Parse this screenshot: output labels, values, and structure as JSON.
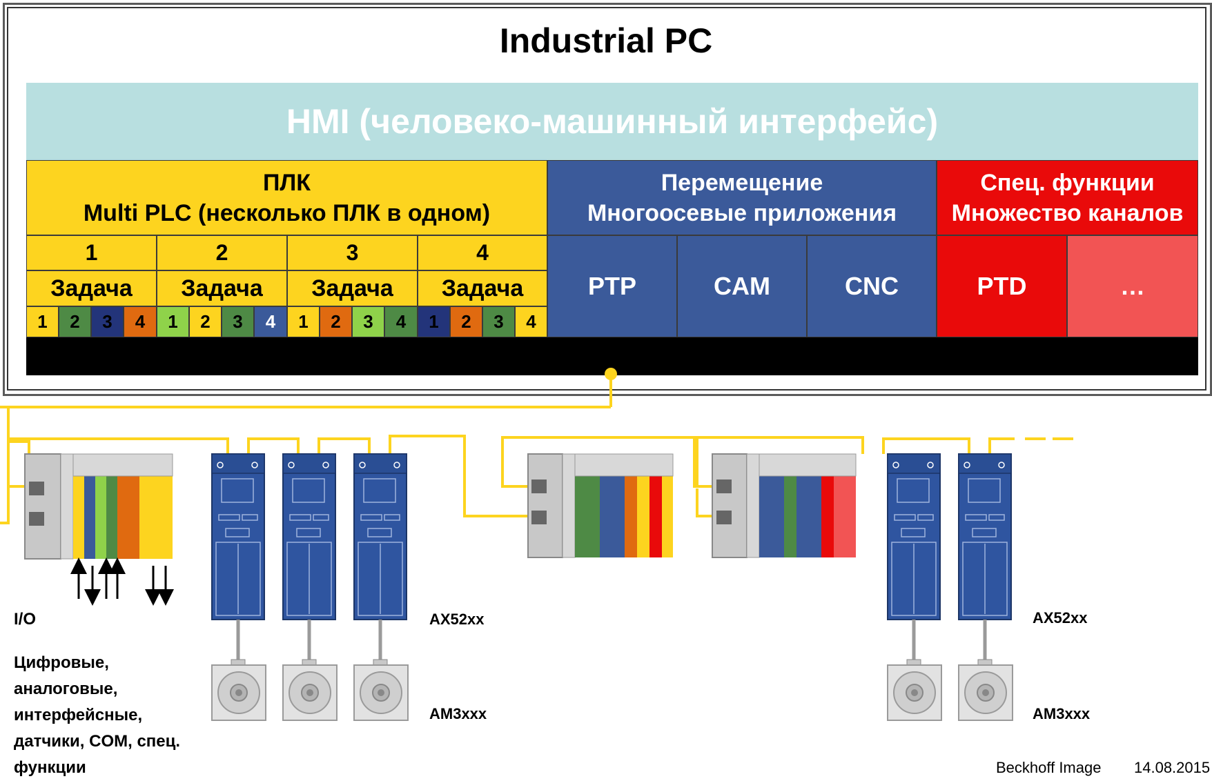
{
  "title": "Industrial PC",
  "hmi": "HMI (человеко-машинный интерфейс)",
  "plc": {
    "line1": "ПЛК",
    "line2": "Multi PLC (несколько ПЛК в одном)",
    "columns": [
      {
        "num": "1",
        "task": "Задача",
        "subs": [
          "1",
          "2",
          "3",
          "4"
        ]
      },
      {
        "num": "2",
        "task": "Задача",
        "subs": [
          "1",
          "2",
          "3",
          "4"
        ]
      },
      {
        "num": "3",
        "task": "Задача",
        "subs": [
          "1",
          "2",
          "3",
          "4"
        ]
      },
      {
        "num": "4",
        "task": "Задача",
        "subs": [
          "1",
          "2",
          "3",
          "4"
        ]
      }
    ]
  },
  "motion": {
    "line1": "Перемещение",
    "line2": "Многоосевые приложения",
    "items": [
      "PTP",
      "CAM",
      "CNC"
    ]
  },
  "special": {
    "line1": "Спец. функции",
    "line2": "Множество каналов",
    "items": [
      "PTD",
      "…"
    ]
  },
  "io": {
    "label": "I/O",
    "desc": [
      "Цифровые,",
      "аналоговые,",
      "интерфейсные,",
      "датчики, COM, спец.",
      "функции"
    ]
  },
  "drives": {
    "label_left": "AX52xx",
    "label_right": "AX52xx"
  },
  "motors": {
    "label_left": "AM3xxx",
    "label_right": "AM3xxx"
  },
  "footer": {
    "source": "Beckhoff Image",
    "date": "14.08.2015"
  },
  "colors": {
    "yellow": "#fdd41f",
    "blue": "#3b5a9a",
    "red": "#e90a0a",
    "light_red": "#f25454",
    "hmi": "#b8dfe0",
    "cable": "#fdd41f"
  }
}
